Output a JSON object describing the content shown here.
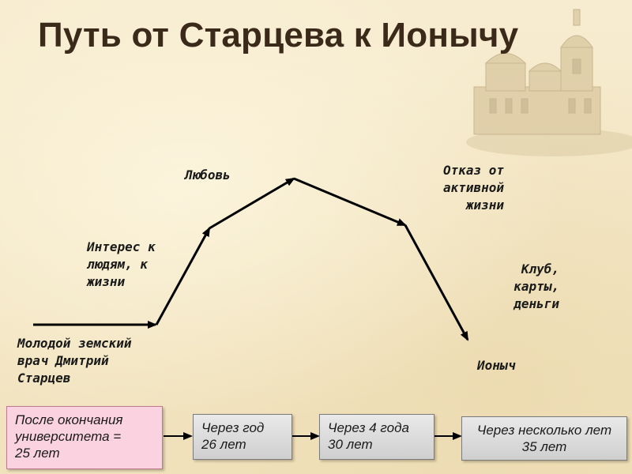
{
  "title": "Путь от Старцева к Ионычу",
  "path_labels": {
    "start": "Молодой земский\nврач Дмитрий\nСтарцев",
    "interest": "Интерес к\nлюдям, к\nжизни",
    "love": "Любовь",
    "refusal": "Отказ от\nактивной\nжизни",
    "club": "Клуб,\nкарты,\nденьги",
    "ionych": "Ионыч"
  },
  "timeline": [
    {
      "text": "После окончания\nуниверситета =\n 25 лет"
    },
    {
      "text": "Через год\n26 лет"
    },
    {
      "text": "Через 4 года\n30 лет"
    },
    {
      "text": "Через несколько лет\n35 лет"
    }
  ],
  "colors": {
    "background": "#f5e9c9",
    "title": "#3b2a1a",
    "arrow": "#000000",
    "box_first": "#fbd3e0",
    "box_gray": "#d8d8d8"
  },
  "icons": {
    "background_picture": "church-icon"
  }
}
